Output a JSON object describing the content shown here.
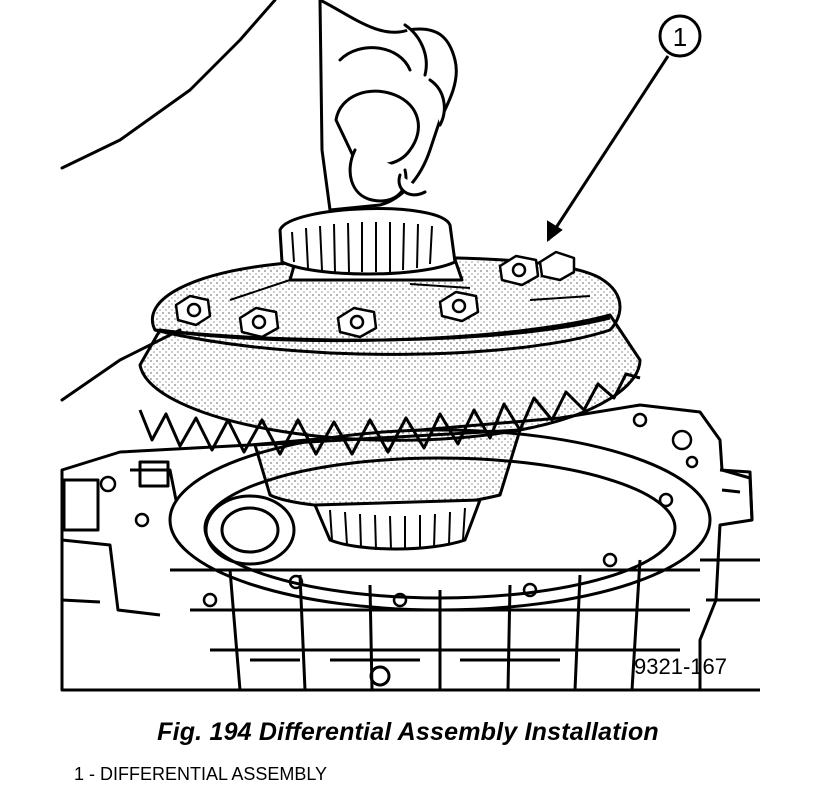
{
  "figure": {
    "callout_number": "1",
    "code": "9321-167",
    "caption": "Fig. 194 Differential Assembly Installation",
    "legend_items": [
      "1 - DIFFERENTIAL ASSEMBLY"
    ]
  }
}
